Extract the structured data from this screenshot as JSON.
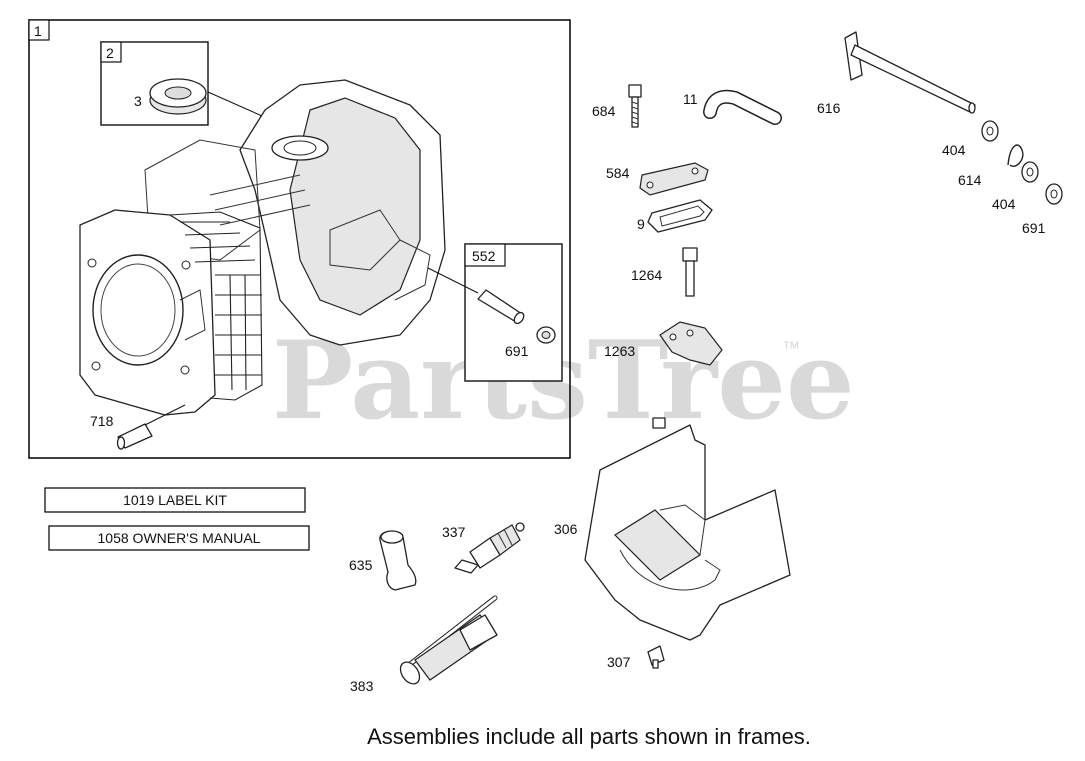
{
  "watermark": {
    "text": "PartsTree",
    "tm": "™"
  },
  "frames": {
    "frame1": {
      "label": "1"
    },
    "frame2": {
      "label": "2"
    },
    "frame552": {
      "label": "552"
    }
  },
  "parts": {
    "p3": "3",
    "p718": "718",
    "p691a": "691",
    "p684": "684",
    "p11": "11",
    "p616": "616",
    "p404a": "404",
    "p614": "614",
    "p404b": "404",
    "p691b": "691",
    "p584": "584",
    "p9": "9",
    "p1264": "1264",
    "p1263": "1263",
    "p337": "337",
    "p306": "306",
    "p635": "635",
    "p307": "307",
    "p383": "383"
  },
  "kits": {
    "label_kit": "1019 LABEL KIT",
    "owners_manual": "1058 OWNER'S MANUAL"
  },
  "footer": "Assemblies include all parts shown in frames."
}
